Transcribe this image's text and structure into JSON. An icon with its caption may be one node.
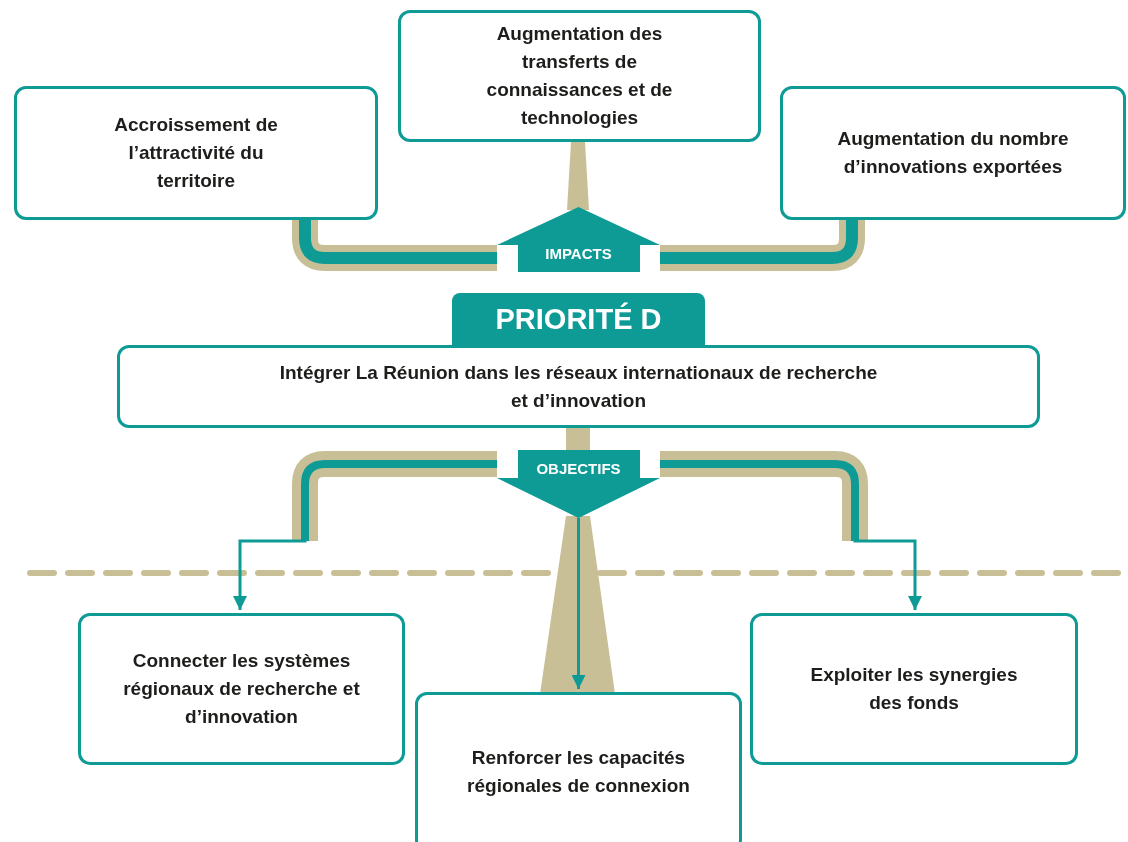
{
  "diagram": {
    "nodes": [
      {
        "text": [
          "Augmentation des transferts de connaissances et de technologies"
        ]
      },
      {
        "text": [
          "Accroissement de l’attractivité du territoire"
        ]
      },
      {
        "text": [
          "Augmentation du nombre d’innovations exportées"
        ]
      },
      {
        "text": [
          "IMPACTS"
        ]
      },
      {
        "text": [
          "PRIORITÉ D"
        ]
      },
      {
        "text": [
          "Intégrer La Réunion dans les réseaux internationaux de recherche et d’innovation"
        ]
      },
      {
        "text": [
          "OBJECTIFS"
        ]
      },
      {
        "text": [
          "Connecter les systèmes régionaux de recherche et d’innovation"
        ]
      },
      {
        "text": [
          "Renforcer les capacités régionales de connexion"
        ]
      },
      {
        "text": [
          "Exploiter les synergies des fonds"
        ]
      }
    ],
    "edges": [
      {
        "from": 3,
        "to": 1,
        "arrow": "none",
        "style": "thick"
      },
      {
        "from": 3,
        "to": 2,
        "arrow": "none",
        "style": "thick"
      },
      {
        "from": 6,
        "to": 7,
        "arrow": "to"
      },
      {
        "from": 6,
        "to": 8,
        "arrow": "to"
      },
      {
        "from": 6,
        "to": 9,
        "arrow": "to"
      }
    ]
  }
}
